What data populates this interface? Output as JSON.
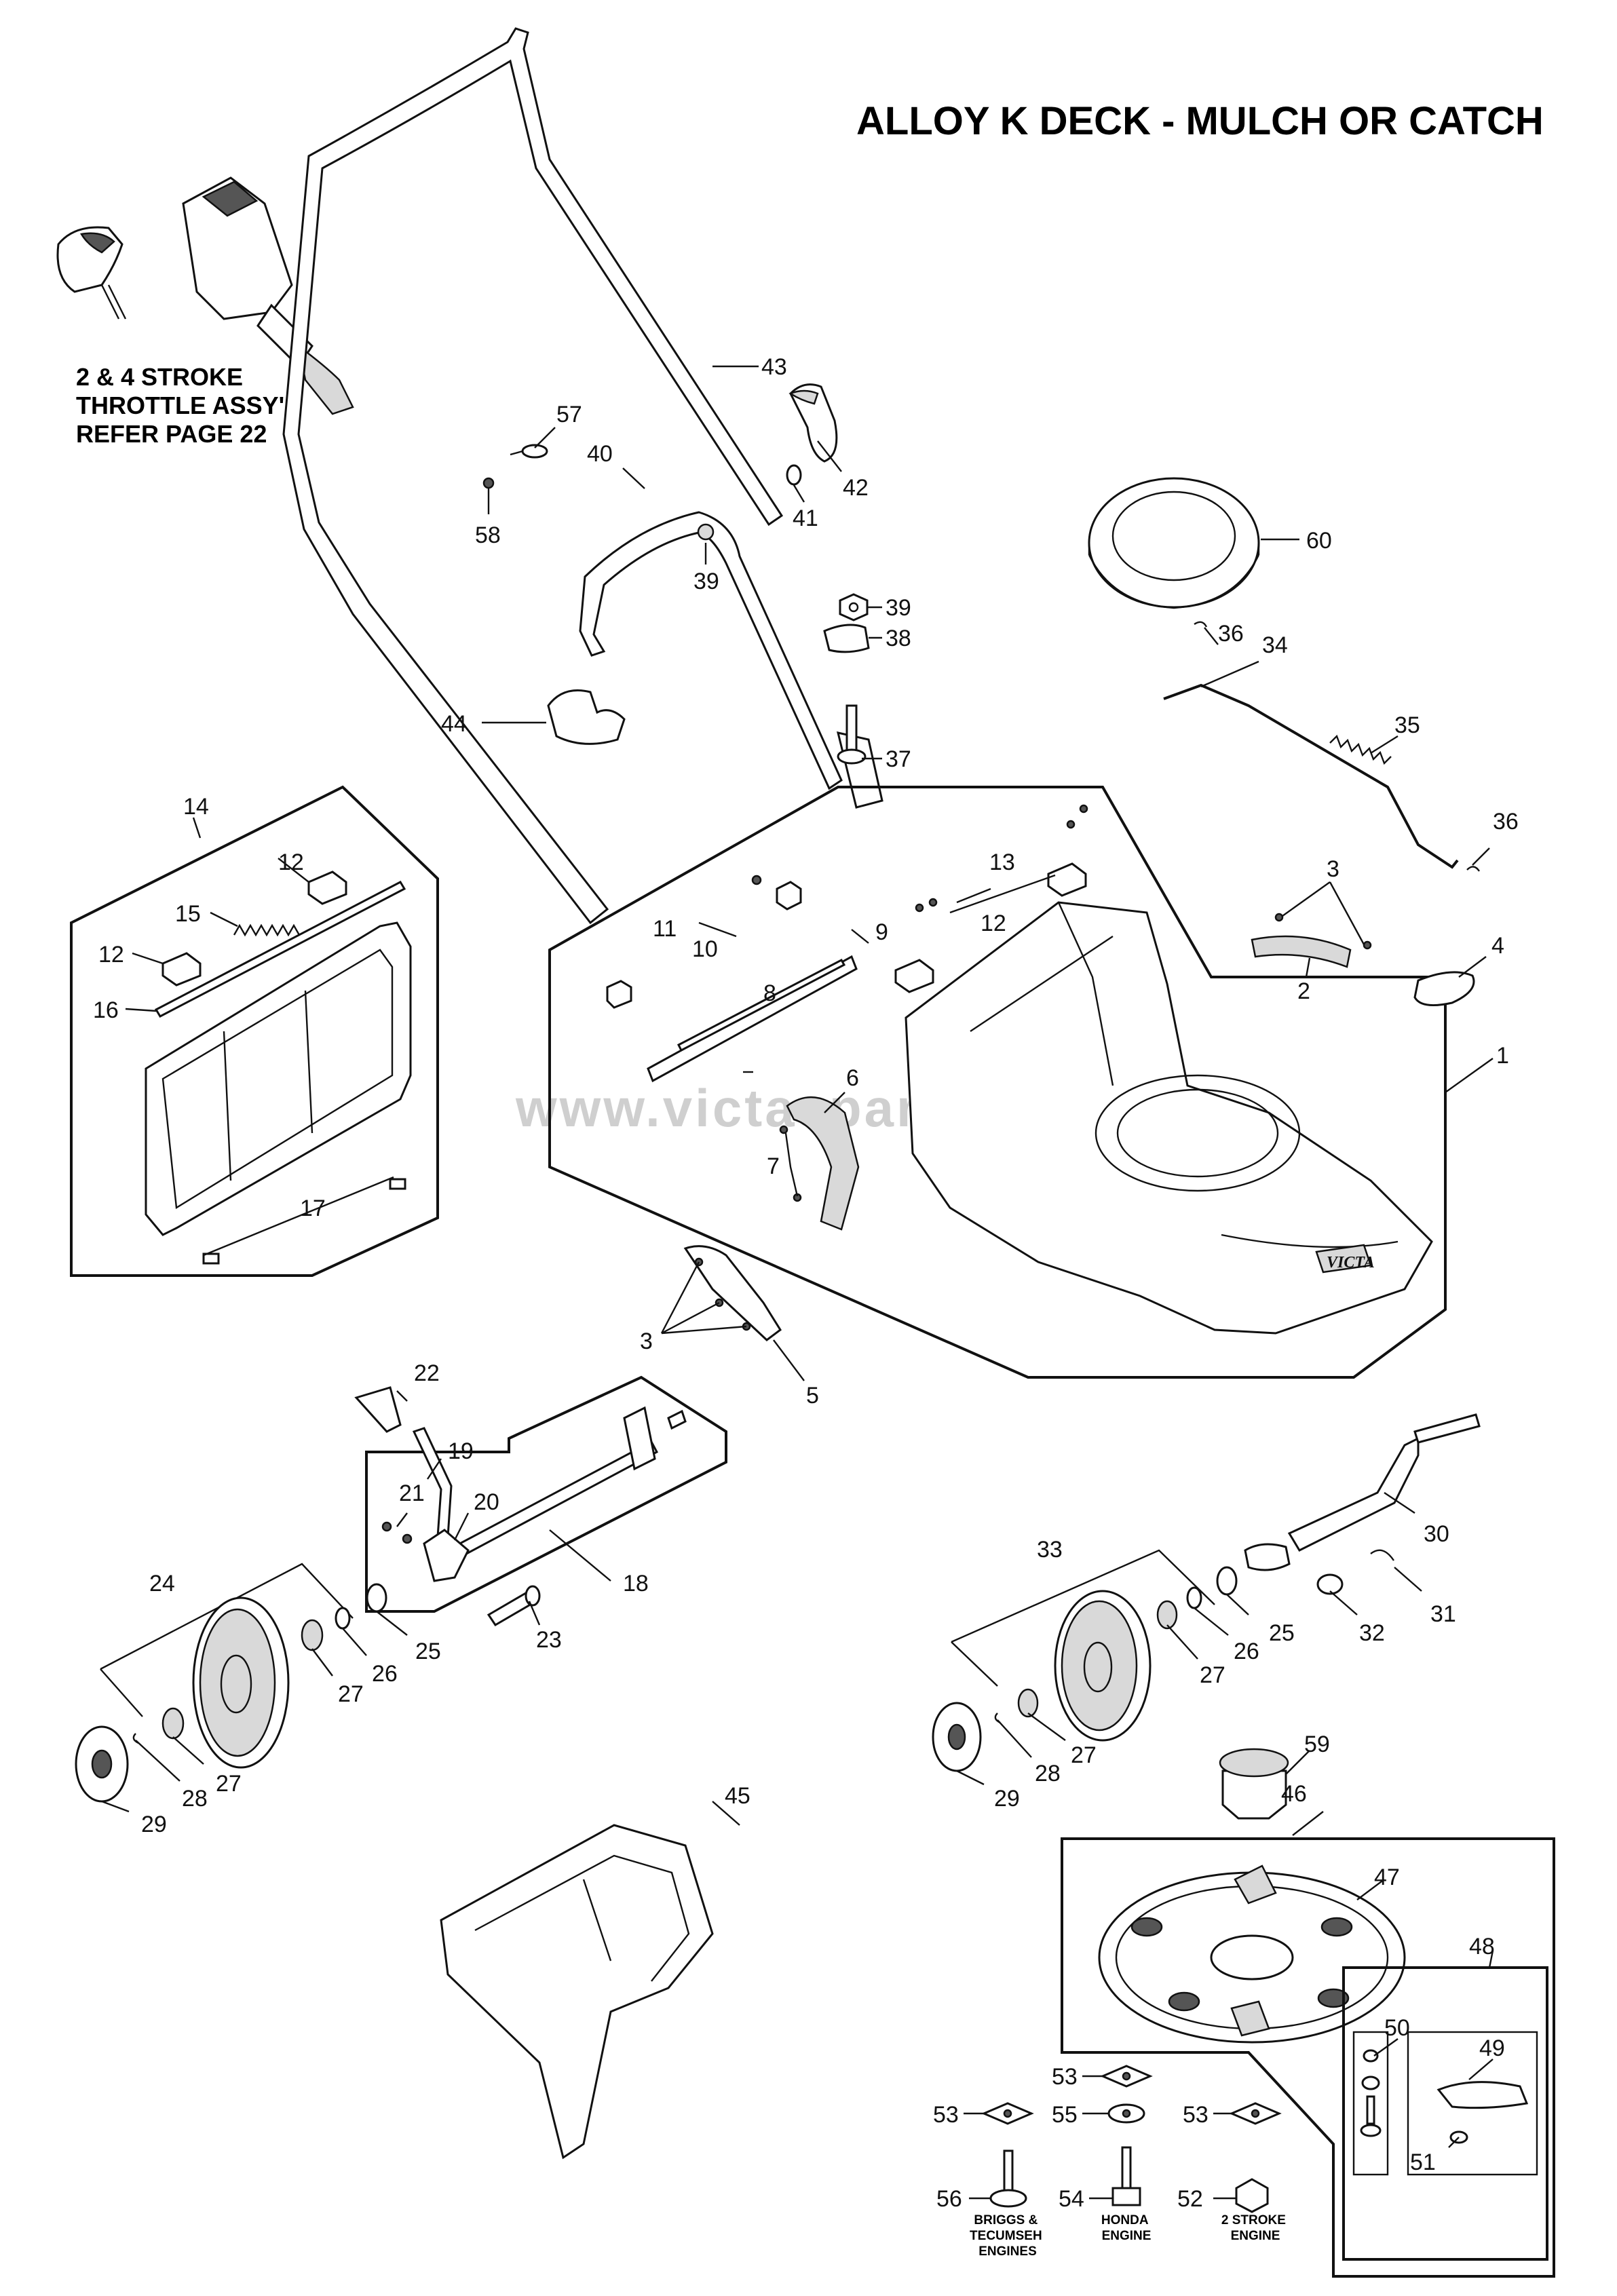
{
  "title": "ALLOY K DECK - MULCH OR CATCH",
  "throttle_note": [
    "2 & 4 STROKE",
    "THROTTLE ASSY's",
    "REFER PAGE 22"
  ],
  "watermark": "www.victaspares.co.uk",
  "brand_logo": "VICTA",
  "engine_notes": {
    "briggs": [
      "BRIGGS &",
      "TECUMSEH",
      "ENGINES"
    ],
    "honda": [
      "HONDA",
      "ENGINE"
    ],
    "two_stroke": [
      "2 STROKE",
      "ENGINE"
    ]
  },
  "callouts": {
    "n1": "1",
    "n2": "2",
    "n3a": "3",
    "n3b": "3",
    "n4": "4",
    "n5": "5",
    "n6": "6",
    "n7": "7",
    "n8": "8",
    "n9": "9",
    "n10": "10",
    "n11": "11",
    "n12a": "12",
    "n12b": "12",
    "n12c": "12",
    "n13": "13",
    "n14": "14",
    "n15": "15",
    "n16": "16",
    "n17": "17",
    "n18": "18",
    "n19": "19",
    "n20": "20",
    "n21": "21",
    "n22": "22",
    "n23": "23",
    "n24": "24",
    "n25a": "25",
    "n25b": "25",
    "n26a": "26",
    "n26b": "26",
    "n27a": "27",
    "n27b": "27",
    "n27c": "27",
    "n27d": "27",
    "n28a": "28",
    "n28b": "28",
    "n29a": "29",
    "n29b": "29",
    "n30": "30",
    "n31": "31",
    "n32": "32",
    "n33": "33",
    "n34": "34",
    "n35": "35",
    "n36a": "36",
    "n36b": "36",
    "n37": "37",
    "n38": "38",
    "n39a": "39",
    "n39b": "39",
    "n40": "40",
    "n41": "41",
    "n42": "42",
    "n43": "43",
    "n44": "44",
    "n45": "45",
    "n46": "46",
    "n47": "47",
    "n48": "48",
    "n49": "49",
    "n50": "50",
    "n51": "51",
    "n52": "52",
    "n53a": "53",
    "n53b": "53",
    "n53c": "53",
    "n54": "54",
    "n55": "55",
    "n56": "56",
    "n57": "57",
    "n58": "58",
    "n59": "59",
    "n60": "60"
  }
}
